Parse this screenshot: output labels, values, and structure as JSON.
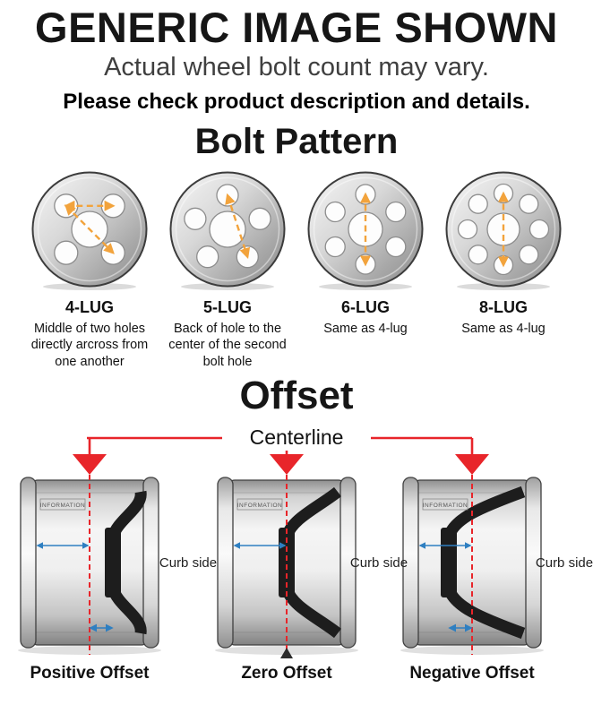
{
  "header": {
    "title": "GENERIC IMAGE SHOWN",
    "subtitle": "Actual wheel bolt count may vary.",
    "note": "Please check product description and details."
  },
  "bolt_pattern_section": {
    "title": "Bolt Pattern",
    "guide_color": "#f2a33c",
    "patterns": [
      {
        "label": "4-LUG",
        "lugs": 4,
        "description": "Middle of two holes directly arcross from one another",
        "guide_pairs": [
          [
            3,
            1
          ],
          [
            3,
            0
          ]
        ]
      },
      {
        "label": "5-LUG",
        "lugs": 5,
        "description": "Back of hole to the center of the second bolt hole",
        "guide_pairs": [
          [
            0,
            2
          ]
        ]
      },
      {
        "label": "6-LUG",
        "lugs": 6,
        "description": "Same as 4-lug",
        "guide_pairs": [
          [
            0,
            3
          ]
        ]
      },
      {
        "label": "8-LUG",
        "lugs": 8,
        "description": "Same as 4-lug",
        "guide_pairs": [
          [
            0,
            4
          ]
        ]
      }
    ]
  },
  "offset_section": {
    "title": "Offset",
    "centerline_label": "Centerline",
    "curb_side_label": "Curb side",
    "rim_marking": "INFORMATION",
    "colors": {
      "centerline": "#e8252a",
      "measure": "#2e7fc1"
    },
    "diagrams": [
      {
        "label": "Positive Offset",
        "type": "positive"
      },
      {
        "label": "Zero Offset",
        "type": "zero"
      },
      {
        "label": "Negative Offset",
        "type": "negative"
      }
    ]
  }
}
